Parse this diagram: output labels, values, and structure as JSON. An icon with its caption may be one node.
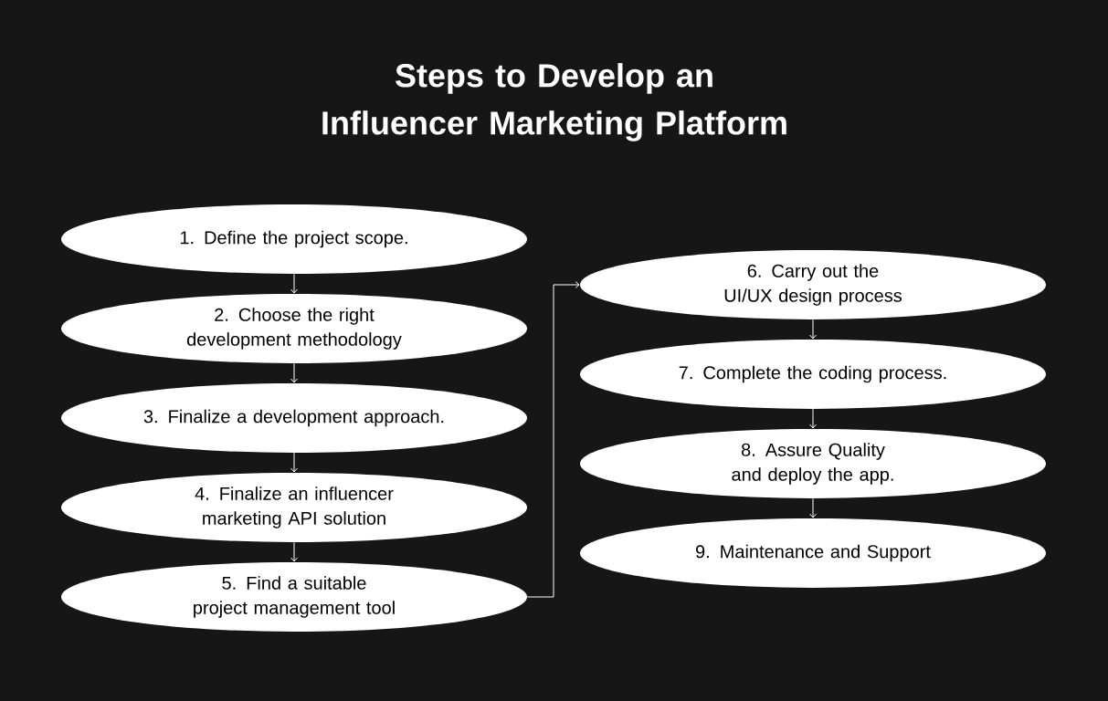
{
  "diagram": {
    "title": "Steps to Develop an Influencer Marketing Platform",
    "nodes": [
      {
        "text": [
          "1. Define the project scope."
        ]
      },
      {
        "text": [
          "2. Choose the right development methodology"
        ]
      },
      {
        "text": [
          "3. Finalize a development approach."
        ]
      },
      {
        "text": [
          "4. Finalize an influencer marketing API solution"
        ]
      },
      {
        "text": [
          "5. Find a suitable project management tool"
        ]
      },
      {
        "text": [
          "6. Carry out the UI/UX design process"
        ]
      },
      {
        "text": [
          "7. Complete the coding process."
        ]
      },
      {
        "text": [
          "8. Assure Quality and deploy the app."
        ]
      },
      {
        "text": [
          "9. Maintenance and Support"
        ]
      }
    ],
    "edges": [
      {
        "from": 0,
        "to": 1,
        "arrow": "to"
      },
      {
        "from": 1,
        "to": 2,
        "arrow": "to"
      },
      {
        "from": 2,
        "to": 3,
        "arrow": "to"
      },
      {
        "from": 3,
        "to": 4,
        "arrow": "to"
      },
      {
        "from": 4,
        "to": 5,
        "arrow": "to"
      },
      {
        "from": 5,
        "to": 6,
        "arrow": "to"
      },
      {
        "from": 6,
        "to": 7,
        "arrow": "to"
      },
      {
        "from": 7,
        "to": 8,
        "arrow": "to"
      }
    ]
  }
}
